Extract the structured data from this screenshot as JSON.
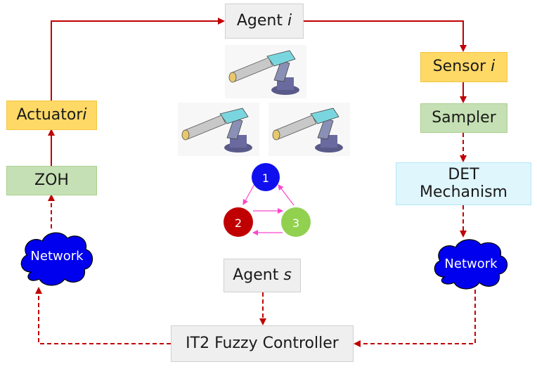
{
  "blocks": {
    "agent_i": {
      "text": "Agent",
      "var": "i"
    },
    "sensor": {
      "text": "Sensor",
      "var": "i"
    },
    "sampler": {
      "text": "Sampler"
    },
    "det": {
      "line1": "DET",
      "line2": "Mechanism"
    },
    "network_right": {
      "text": "Network"
    },
    "it2": {
      "text": "IT2 Fuzzy Controller"
    },
    "network_left": {
      "text": "Network"
    },
    "zoh": {
      "text": "ZOH"
    },
    "actuator": {
      "text": "Actuator",
      "var": "i"
    },
    "agent_s": {
      "text": "Agent",
      "var": "s"
    }
  },
  "graph": {
    "nodes": [
      {
        "label": "1",
        "color": "#1010ee"
      },
      {
        "label": "2",
        "color": "#c00000"
      },
      {
        "label": "3",
        "color": "#92d050"
      }
    ],
    "edge_color": "#ff44cc"
  },
  "colors": {
    "solid_arrow": "#c00000",
    "dashed_arrow": "#c00000",
    "cloud": "#0000ee"
  }
}
